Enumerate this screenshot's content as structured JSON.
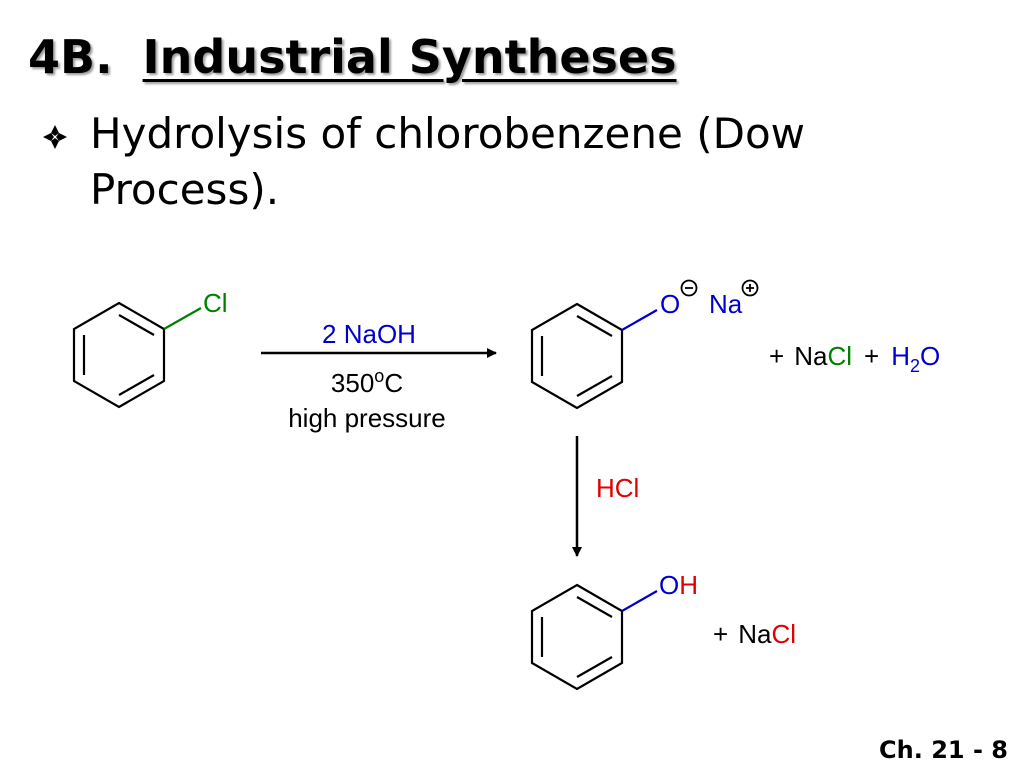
{
  "slide": {
    "section_number": "4B.",
    "heading": "Industrial Syntheses",
    "bullet": "Hydrolysis of chlorobenzene (Dow Process).",
    "footer": "Ch. 21 - 8"
  },
  "scheme": {
    "reactant": {
      "substituent": "Cl"
    },
    "reagent_above": "2 NaOH",
    "condition_temp": "350",
    "condition_degree": "o",
    "condition_unit": "C",
    "condition_pressure": "high pressure",
    "phenoxide": {
      "oxygen": "O",
      "counterion": "Na"
    },
    "byproducts_1": {
      "plus1": "+",
      "na": "Na",
      "cl": "Cl",
      "plus2": "+",
      "h": "H",
      "sub": "2",
      "o": "O"
    },
    "reagent_down": "HCl",
    "phenol": {
      "substituent": "OH"
    },
    "byproducts_2": {
      "plus": "+",
      "na": "Na",
      "cl": "Cl"
    }
  },
  "colors": {
    "chlorine_green": "#008000",
    "reagent_blue": "#0000cc",
    "oxygen_blue": "#0000cc",
    "acid_red": "#e00000"
  }
}
